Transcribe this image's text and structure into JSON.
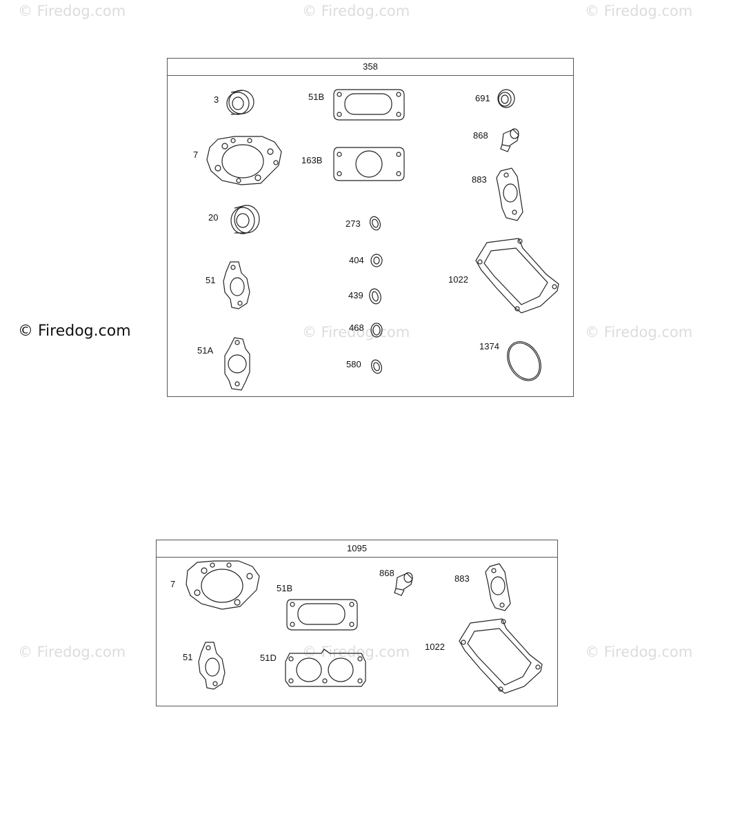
{
  "watermark": {
    "text": "© Firedog.com"
  },
  "kits": [
    {
      "number": "358",
      "parts": [
        {
          "ref": "3",
          "icon": "oil-seal-icon"
        },
        {
          "ref": "51B",
          "icon": "rectangular-gasket-icon"
        },
        {
          "ref": "691",
          "icon": "seal-ring-icon"
        },
        {
          "ref": "868",
          "icon": "valve-seal-icon"
        },
        {
          "ref": "7",
          "icon": "cylinder-head-gasket-icon"
        },
        {
          "ref": "163B",
          "icon": "flange-gasket-icon"
        },
        {
          "ref": "883",
          "icon": "intake-gasket-icon"
        },
        {
          "ref": "20",
          "icon": "oil-seal-icon"
        },
        {
          "ref": "273",
          "icon": "washer-icon"
        },
        {
          "ref": "404",
          "icon": "washer-icon"
        },
        {
          "ref": "439",
          "icon": "washer-icon"
        },
        {
          "ref": "468",
          "icon": "washer-icon"
        },
        {
          "ref": "580",
          "icon": "washer-icon"
        },
        {
          "ref": "51",
          "icon": "carburetor-gasket-icon"
        },
        {
          "ref": "1022",
          "icon": "crankcase-gasket-icon"
        },
        {
          "ref": "51A",
          "icon": "carburetor-gasket-icon"
        },
        {
          "ref": "1374",
          "icon": "o-ring-icon"
        }
      ]
    },
    {
      "number": "1095",
      "parts": [
        {
          "ref": "7",
          "icon": "cylinder-head-gasket-icon"
        },
        {
          "ref": "868",
          "icon": "valve-seal-icon"
        },
        {
          "ref": "883",
          "icon": "intake-gasket-icon"
        },
        {
          "ref": "51B",
          "icon": "rectangular-gasket-icon"
        },
        {
          "ref": "51",
          "icon": "carburetor-gasket-icon"
        },
        {
          "ref": "51D",
          "icon": "double-port-gasket-icon"
        },
        {
          "ref": "1022",
          "icon": "crankcase-gasket-icon"
        }
      ]
    }
  ]
}
